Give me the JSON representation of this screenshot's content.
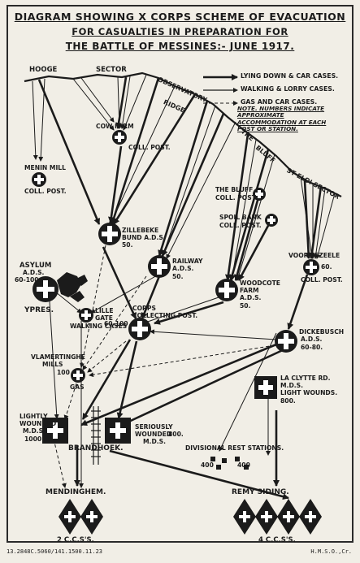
{
  "title": {
    "line1": "Diagram showing X Corps scheme of evacuation",
    "line2": "for casualties in preparation for",
    "line3": "The Battle of Messines:- June 1917."
  },
  "legend": {
    "lying": "Lying down & car cases.",
    "walking": "Walking & lorry cases.",
    "gas": "Gas and car cases."
  },
  "note": "Note. Numbers indicate approximate accommodation at each post or station.",
  "sectors": {
    "hooge": "Hooge",
    "hooge_sector": "Sector",
    "observatory": "Observatory",
    "ridge": "Ridge",
    "the": "The",
    "bluff": "Bluff",
    "st_eloi": "St Eloi Sector"
  },
  "posts": {
    "cow_farm": {
      "name": "Cow Farm",
      "sub": "Coll. Post."
    },
    "menin_mill": {
      "name": "Menin Mill",
      "sub": "Coll. Post."
    },
    "the_bluff": {
      "name": "The Bluff",
      "sub": "Coll. Post."
    },
    "spoil_bank": {
      "name": "Spoil Bank",
      "sub": "Coll. Post."
    },
    "voormezeele": {
      "name": "Voormezeele",
      "sub": "Coll. Post.",
      "num": "60."
    },
    "zillebeke": {
      "name": "Zillebeke",
      "sub": "Bund A.D.S.",
      "num": "50."
    },
    "asylum": {
      "name": "Asylum",
      "sub": "A.D.S.",
      "num": "60-100"
    },
    "ypres": "Ypres.",
    "lille_gate": {
      "name": "Lille",
      "sub": "Gate"
    },
    "walking_cases": "Walking Cases",
    "railway": {
      "name": "Railway",
      "sub": "A.D.S.",
      "num": "50."
    },
    "woodcote": {
      "name": "Woodcote",
      "sub": "Farm",
      "sub2": "A.D.S.",
      "num": "50."
    },
    "corps_collecting": {
      "name": "Corps",
      "sub": "Collecting Post.",
      "num": "60-100"
    },
    "dickebusch": {
      "name": "Dickebusch",
      "sub": "A.D.S.",
      "num": "60-80."
    },
    "vlamertinghe": {
      "name": "Vlamertinghe",
      "sub": "Mills",
      "num": "100",
      "gas": "Gas"
    },
    "la_clytte": {
      "name": "La Clytte Rd.",
      "sub": "M.D.S.",
      "sub2": "Light Wounds.",
      "num": "800."
    },
    "lightly": {
      "name": "Lightly",
      "sub": "Wounded",
      "sub2": "M.D.S.",
      "num": "1000"
    },
    "seriously": {
      "name": "Seriously",
      "sub": "Wounded",
      "num": "800.",
      "sub2": "M.D.S."
    },
    "brandhoek": "Brandhoek.",
    "divisional": "Divisional Rest Stations.",
    "div_num1": "400",
    "div_num2": "400",
    "mendinghem": "Mendinghem.",
    "remy": "Remy Siding.",
    "ccs2": "2 C.C.S's.",
    "ccs4": "4 C.C.S's."
  },
  "footer": {
    "left": "13.2848C.5060/141.1500.11.23",
    "right": "H.M.S.O.,Cr."
  }
}
